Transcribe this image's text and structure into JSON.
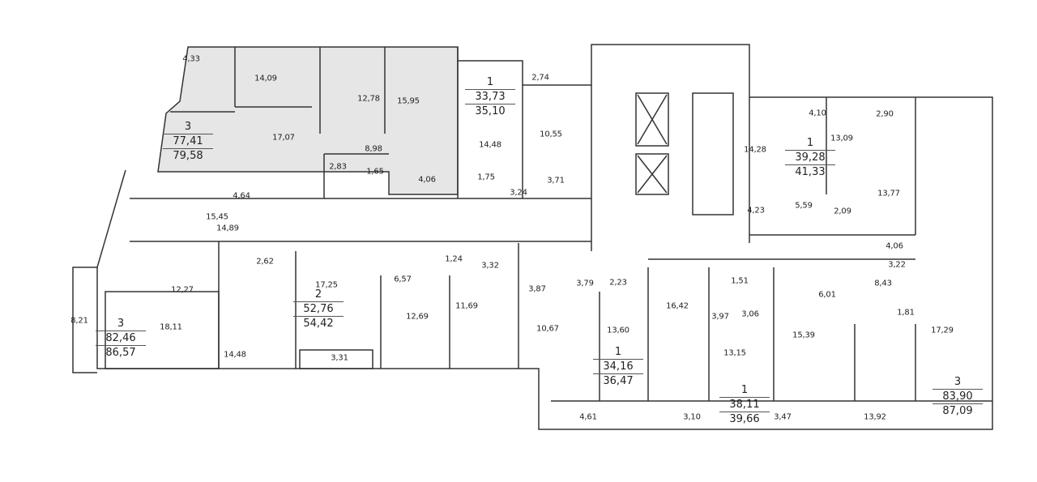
{
  "plan": {
    "fill_color": "#e6e6e6",
    "wall_color": "#333333",
    "apartments": [
      {
        "rooms": "3",
        "living": "77,41",
        "total": "79,58"
      },
      {
        "rooms": "1",
        "living": "33,73",
        "total": "35,10"
      },
      {
        "rooms": "1",
        "living": "39,28",
        "total": "41,33"
      },
      {
        "rooms": "3",
        "living": "82,46",
        "total": "86,57"
      },
      {
        "rooms": "2",
        "living": "52,76",
        "total": "54,42"
      },
      {
        "rooms": "1",
        "living": "34,16",
        "total": "36,47"
      },
      {
        "rooms": "1",
        "living": "38,11",
        "total": "39,66"
      },
      {
        "rooms": "3",
        "living": "83,90",
        "total": "87,09"
      }
    ],
    "rooms": [
      "4,33",
      "14,09",
      "12,78",
      "15,95",
      "17,07",
      "8,98",
      "2,83",
      "1,65",
      "4,06",
      "14,48",
      "1,75",
      "3,24",
      "2,74",
      "10,55",
      "3,71",
      "14,28",
      "4,10",
      "13,09",
      "2,90",
      "13,77",
      "4,23",
      "5,59",
      "2,09",
      "4,06",
      "3,22",
      "4,64",
      "15,45",
      "14,89",
      "2,62",
      "17,25",
      "12,27",
      "18,11",
      "8,21",
      "14,48",
      "3,31",
      "6,57",
      "1,24",
      "3,32",
      "12,69",
      "11,69",
      "3,87",
      "3,79",
      "2,23",
      "10,67",
      "13,60",
      "16,42",
      "1,51",
      "3,97",
      "3,06",
      "6,01",
      "8,43",
      "1,81",
      "17,29",
      "13,15",
      "15,39",
      "4,61",
      "3,10",
      "3,47",
      "13,92"
    ]
  }
}
